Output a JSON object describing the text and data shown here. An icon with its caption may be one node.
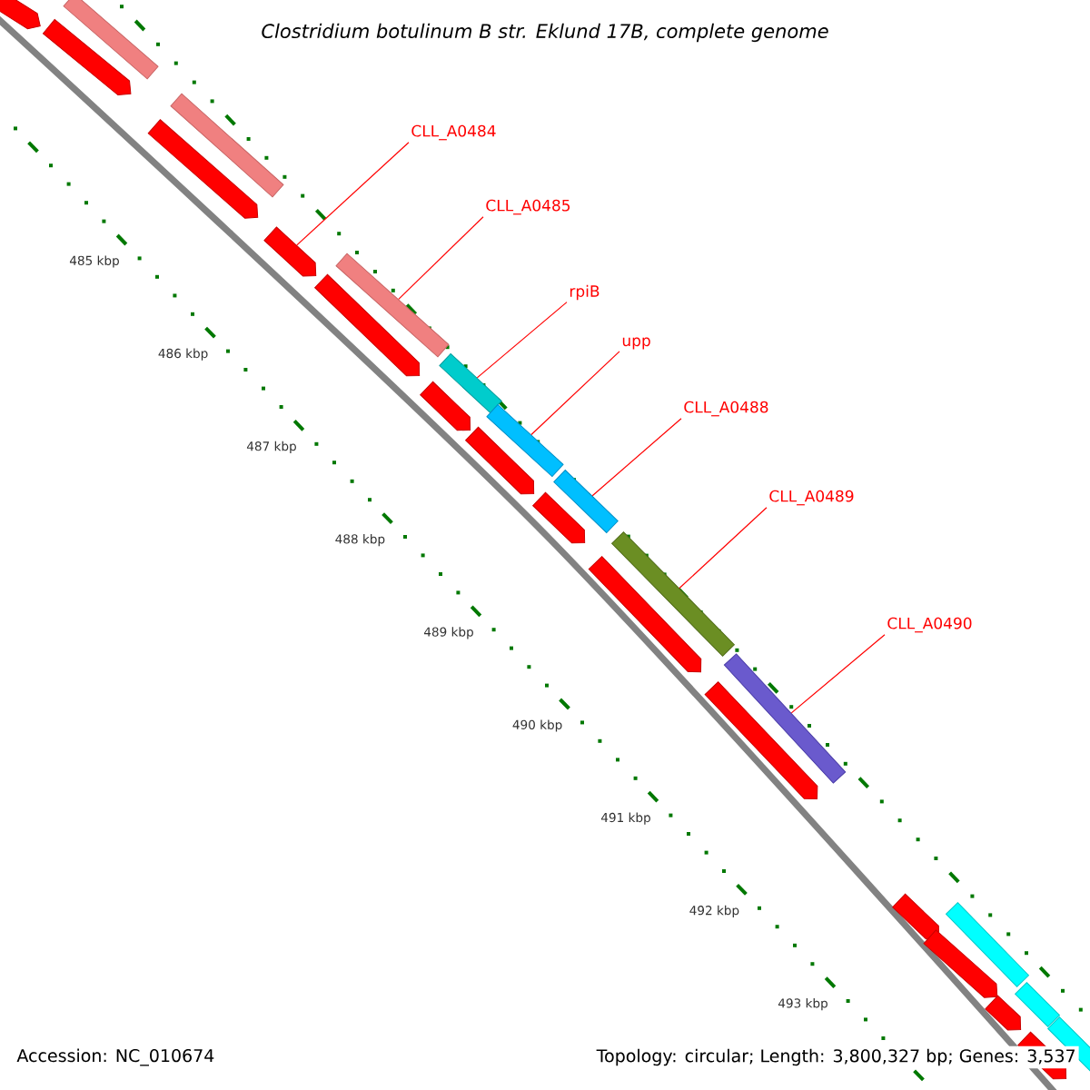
{
  "diagram": {
    "title": "Clostridium botulinum B str. Eklund 17B, complete genome",
    "nodes": [
      {
        "text": [
          "CLL_A0484"
        ]
      },
      {
        "text": [
          "CLL_A0485"
        ]
      },
      {
        "text": [
          "rpiB"
        ]
      },
      {
        "text": [
          "upp"
        ]
      },
      {
        "text": [
          "CLL_A0488"
        ]
      },
      {
        "text": [
          "CLL_A0489"
        ]
      },
      {
        "text": [
          "CLL_A0490"
        ]
      },
      {
        "text": [],
        "shape": "box"
      },
      {
        "text": [],
        "shape": "box"
      },
      {
        "text": [],
        "shape": "bar"
      },
      {
        "text": [],
        "shape": "box"
      },
      {
        "text": [],
        "shape": "bar"
      },
      {
        "text": [],
        "shape": "box"
      },
      {
        "text": [],
        "shape": "box"
      },
      {
        "text": [],
        "shape": "bar"
      },
      {
        "text": [],
        "shape": "box"
      },
      {
        "text": [],
        "shape": "bar"
      },
      {
        "text": [],
        "shape": "box"
      },
      {
        "text": [],
        "shape": "bar"
      },
      {
        "text": [],
        "shape": "box"
      },
      {
        "text": [],
        "shape": "bar"
      },
      {
        "text": [],
        "shape": "box"
      },
      {
        "text": [],
        "shape": "bar"
      },
      {
        "text": [],
        "shape": "box"
      },
      {
        "text": [],
        "shape": "bar"
      },
      {
        "text": [],
        "shape": "box"
      },
      {
        "text": [],
        "shape": "box"
      },
      {
        "text": [],
        "shape": "bar"
      },
      {
        "text": [],
        "shape": "box"
      },
      {
        "text": [],
        "shape": "bar"
      },
      {
        "text": [],
        "shape": "box"
      },
      {
        "text": [],
        "shape": "bar"
      }
    ],
    "edges": [
      {
        "from": 0,
        "to": 12,
        "arrow": "none"
      },
      {
        "from": 1,
        "to": 14,
        "arrow": "none"
      },
      {
        "from": 2,
        "to": 16,
        "arrow": "none"
      },
      {
        "from": 3,
        "to": 18,
        "arrow": "none"
      },
      {
        "from": 4,
        "to": 20,
        "arrow": "none"
      },
      {
        "from": 5,
        "to": 22,
        "arrow": "none"
      },
      {
        "from": 6,
        "to": 24,
        "arrow": "none"
      }
    ],
    "labels": [
      "485 kbp",
      "486 kbp",
      "487 kbp",
      "488 kbp",
      "489 kbp",
      "490 kbp",
      "491 kbp",
      "492 kbp",
      "493 kbp",
      "Accession: NC_010674",
      "Topology: circular; Length: 3,800,327 bp; Genes: 3,537"
    ]
  }
}
